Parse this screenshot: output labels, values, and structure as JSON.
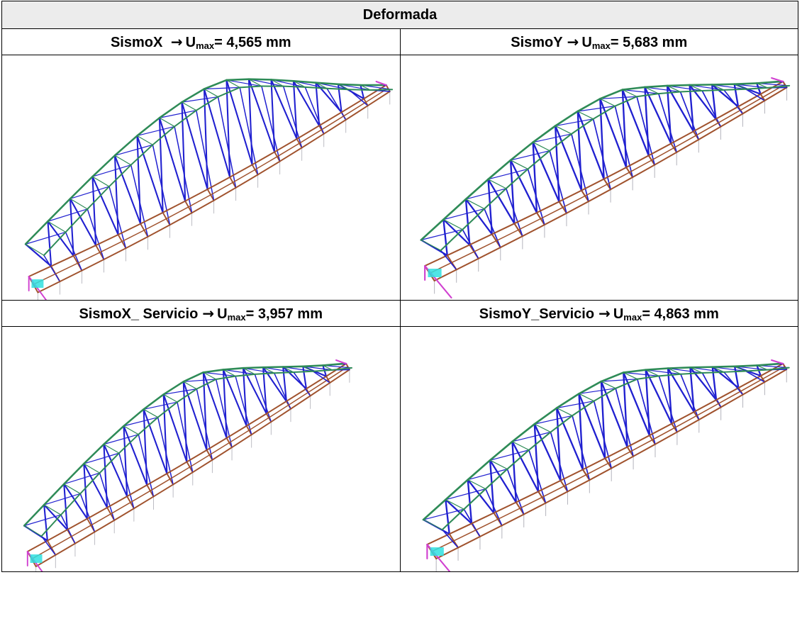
{
  "table": {
    "title": "Deformada",
    "cases": [
      {
        "name": "SismoX ",
        "arrow": "→",
        "u": "U",
        "sub": "max",
        "value": "= 4,565 mm"
      },
      {
        "name": "SismoY",
        "arrow": "→",
        "u": "U",
        "sub": "max",
        "value": "= 5,683 mm"
      },
      {
        "name": "SismoX_ Servicio",
        "arrow": "→",
        "u": "U",
        "sub": "max",
        "value": "= 3,957 mm"
      },
      {
        "name": "SismoY_Servicio",
        "arrow": "→",
        "u": "U",
        "sub": "max",
        "value": "= 4,863 mm"
      }
    ]
  },
  "colors": {
    "arch": "#2e8b57",
    "diagonal": "#2020d0",
    "deck": "#a0522d",
    "cable": "#b8b8c0",
    "support": "#d040d0",
    "node": "#30e0e0"
  }
}
